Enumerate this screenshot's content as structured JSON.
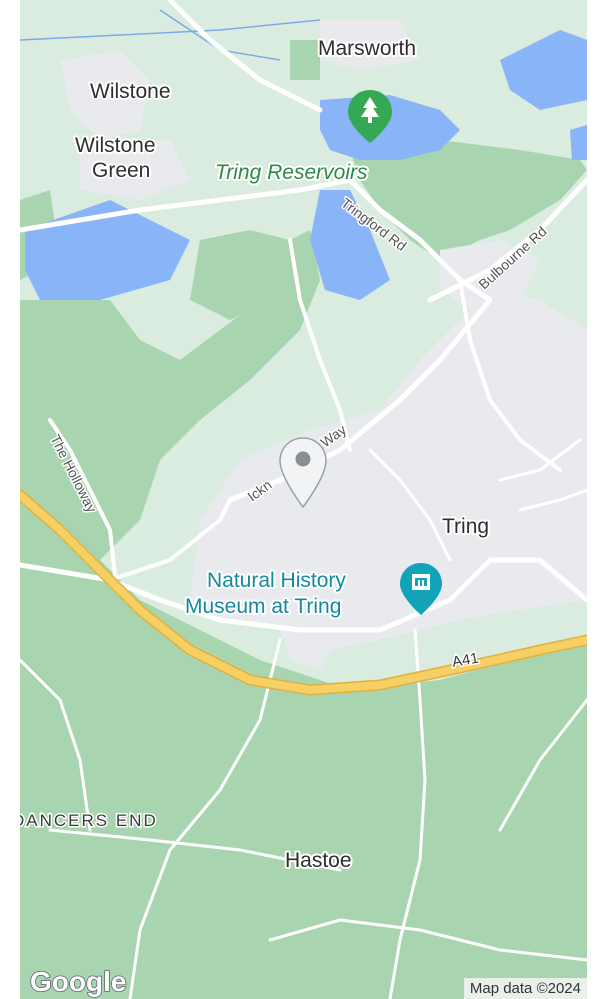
{
  "map": {
    "colors": {
      "forest": "#a8d5b0",
      "field": "#d9ecdf",
      "urban": "#e8eaed",
      "water": "#8ab4f8",
      "road": "#ffffff",
      "a_road": "#f6cf65",
      "a_road_edge": "#e2b13c"
    },
    "places": {
      "marsworth": "Marsworth",
      "wilstone": "Wilstone",
      "wilstone_green_1": "Wilstone",
      "wilstone_green_2": "Green",
      "tring": "Tring",
      "hastoe": "Hastoe",
      "dancers_end": "DANCERS END"
    },
    "pois": {
      "tring_reservoirs": {
        "label": "Tring Reservoirs",
        "icon": "tree-icon"
      },
      "museum": {
        "line1": "Natural History",
        "line2": "Museum at Tring",
        "icon": "museum-icon"
      }
    },
    "roads": {
      "tringford": "Tringford Rd",
      "bulbourne": "Bulbourne Rd",
      "holloway": "The Holloway",
      "icknield_1": "Ickn",
      "icknield_2": "Way",
      "a41": "A41"
    },
    "marker": {
      "icon": "map-pin-icon"
    },
    "logo": "Google",
    "attribution": "Map data ©2024"
  }
}
